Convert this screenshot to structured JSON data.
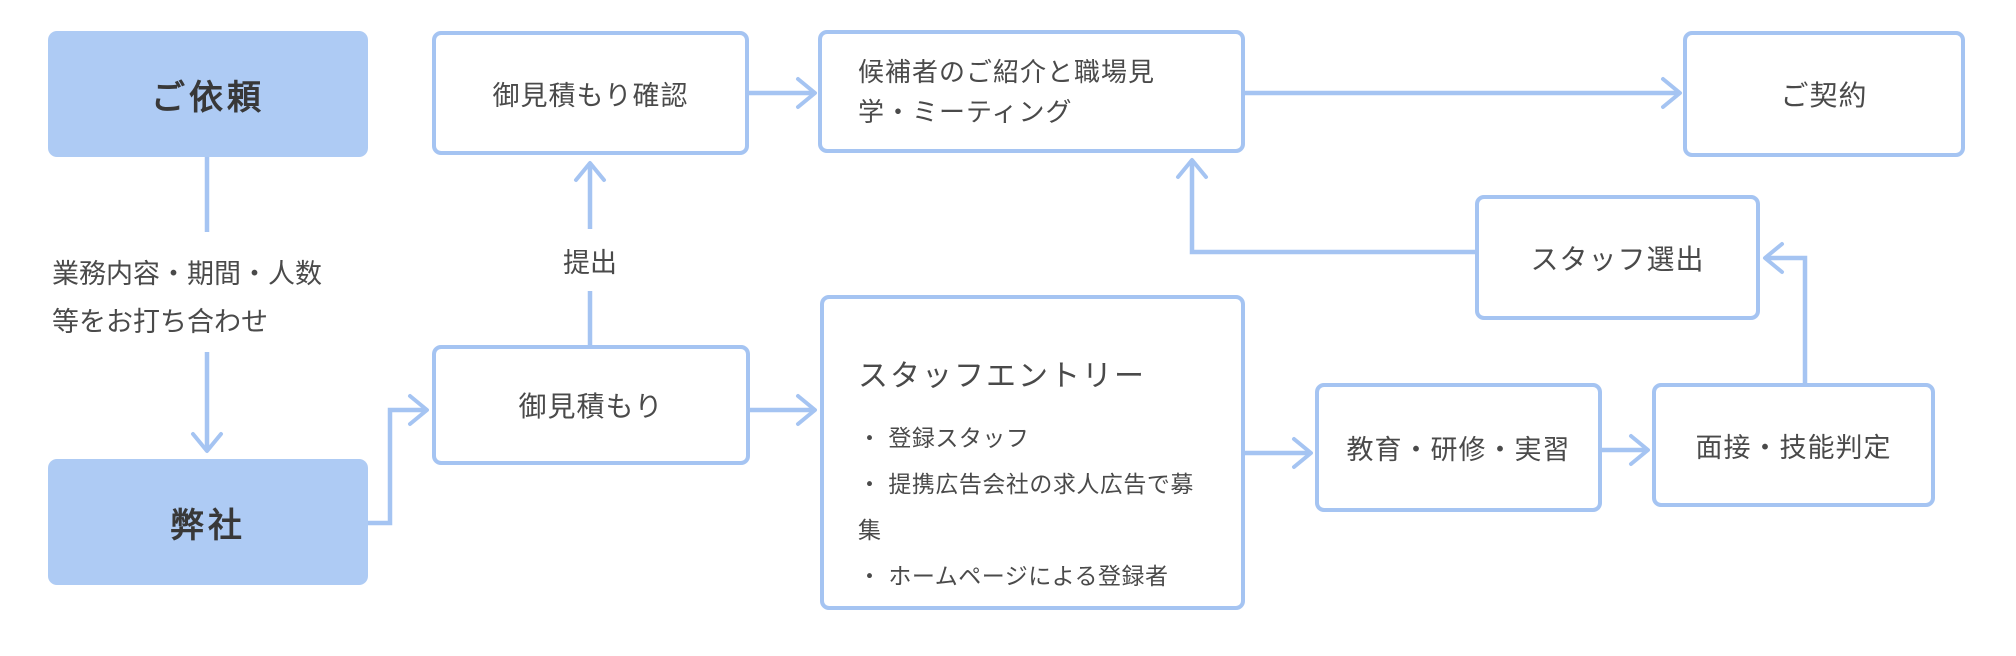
{
  "colors": {
    "accent": "#a5c4f2",
    "node_fill": "#aecbf4",
    "heading_text": "#383838",
    "body_text": "#4a4a4a"
  },
  "diagram": {
    "nodes": {
      "request": {
        "label": "ご依頼"
      },
      "company": {
        "label": "弊社"
      },
      "quote_confirm": {
        "label": "御見積もり確認"
      },
      "candidate_intro": {
        "label": "候補者のご紹介と職場見学・ミーティング"
      },
      "contract": {
        "label": "ご契約"
      },
      "staff_selection": {
        "label": "スタッフ選出"
      },
      "quote": {
        "label": "御見積もり"
      },
      "staff_entry": {
        "title": "スタッフエントリー",
        "bullets": [
          "・ 登録スタッフ",
          "・ 提携広告会社の求人広告で募集",
          "・ ホームページによる登録者"
        ]
      },
      "training": {
        "label": "教育・研修・実習"
      },
      "interview": {
        "label": "面接・技能判定"
      }
    },
    "edge_labels": {
      "meeting_note_line1": "業務内容・期間・人数",
      "meeting_note_line2": "等をお打ち合わせ",
      "submit": "提出"
    }
  }
}
